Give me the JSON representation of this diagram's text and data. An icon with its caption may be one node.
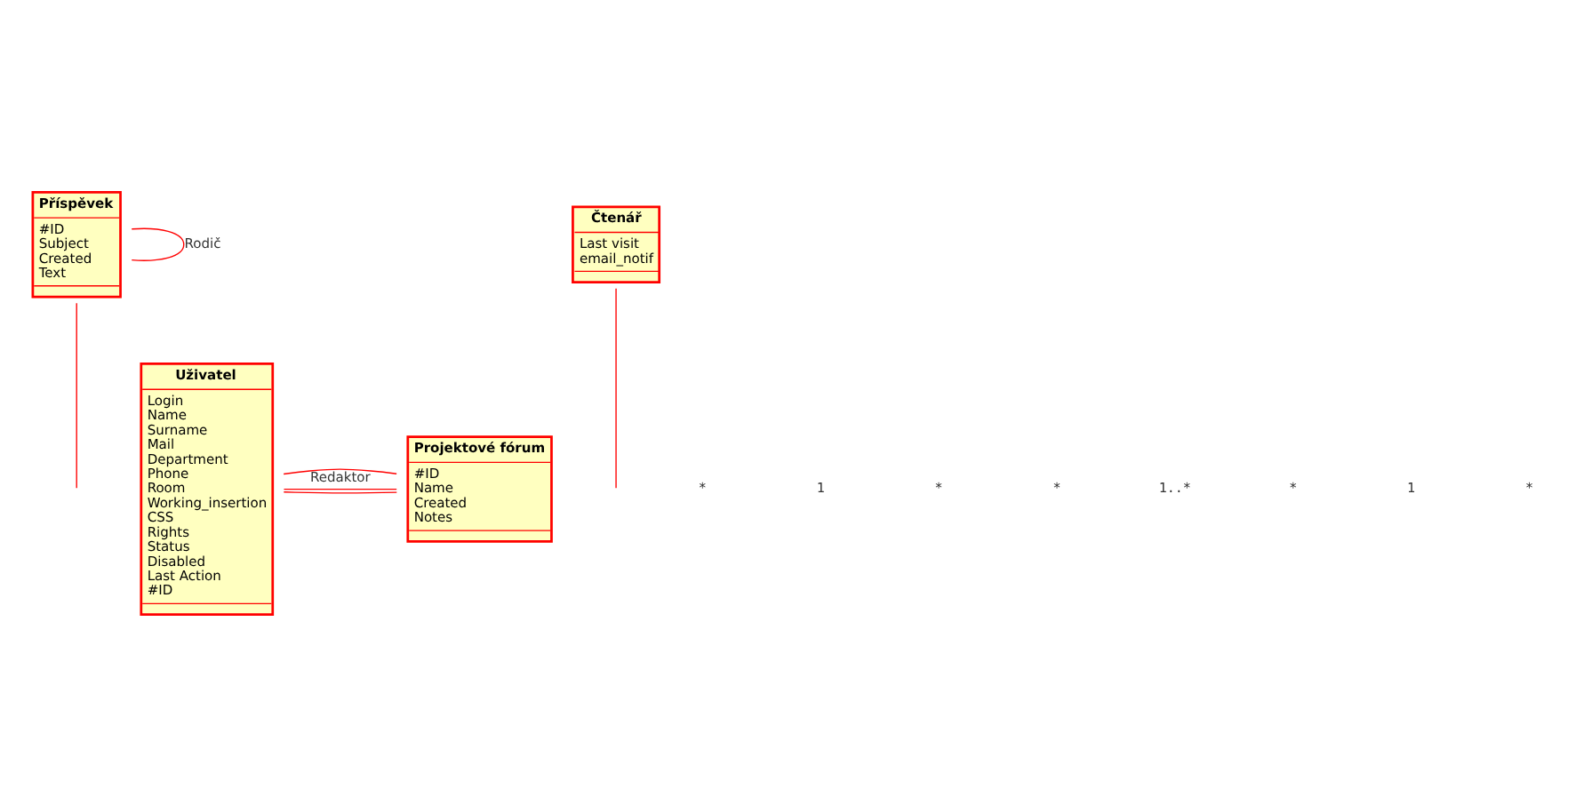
{
  "diagram": {
    "nodes": [
      {
        "text": [
          "Příspěvek",
          "#ID",
          "Subject",
          "Created",
          "Text"
        ]
      },
      {
        "text": [
          "Uživatel",
          "Login",
          "Name",
          "Surname",
          "Mail",
          "Department",
          "Phone",
          "Room",
          "Working_insertion",
          "CSS",
          "Rights",
          "Status",
          "Disabled",
          "Last Action",
          "#ID"
        ]
      },
      {
        "text": [
          "Projektové fórum",
          "#ID",
          "Name",
          "Created",
          "Notes"
        ]
      },
      {
        "text": [
          "Čtenář",
          "Last visit",
          "email_notif"
        ]
      }
    ],
    "edges": [
      {
        "from": 0,
        "to": 0,
        "arrow": "none",
        "label": "Rodič"
      },
      {
        "from": 1,
        "to": 2,
        "arrow": "none"
      },
      {
        "from": 1,
        "to": 2,
        "arrow": "none",
        "label": "Redaktor"
      },
      {
        "from": 1,
        "to": 2,
        "arrow": "none"
      },
      {
        "from": 0,
        "to": null,
        "arrow": "none"
      },
      {
        "from": 3,
        "to": null,
        "arrow": "none"
      }
    ],
    "labels": [
      "*",
      "1",
      "*",
      "*",
      "1..*",
      "*",
      "1",
      "*"
    ]
  }
}
